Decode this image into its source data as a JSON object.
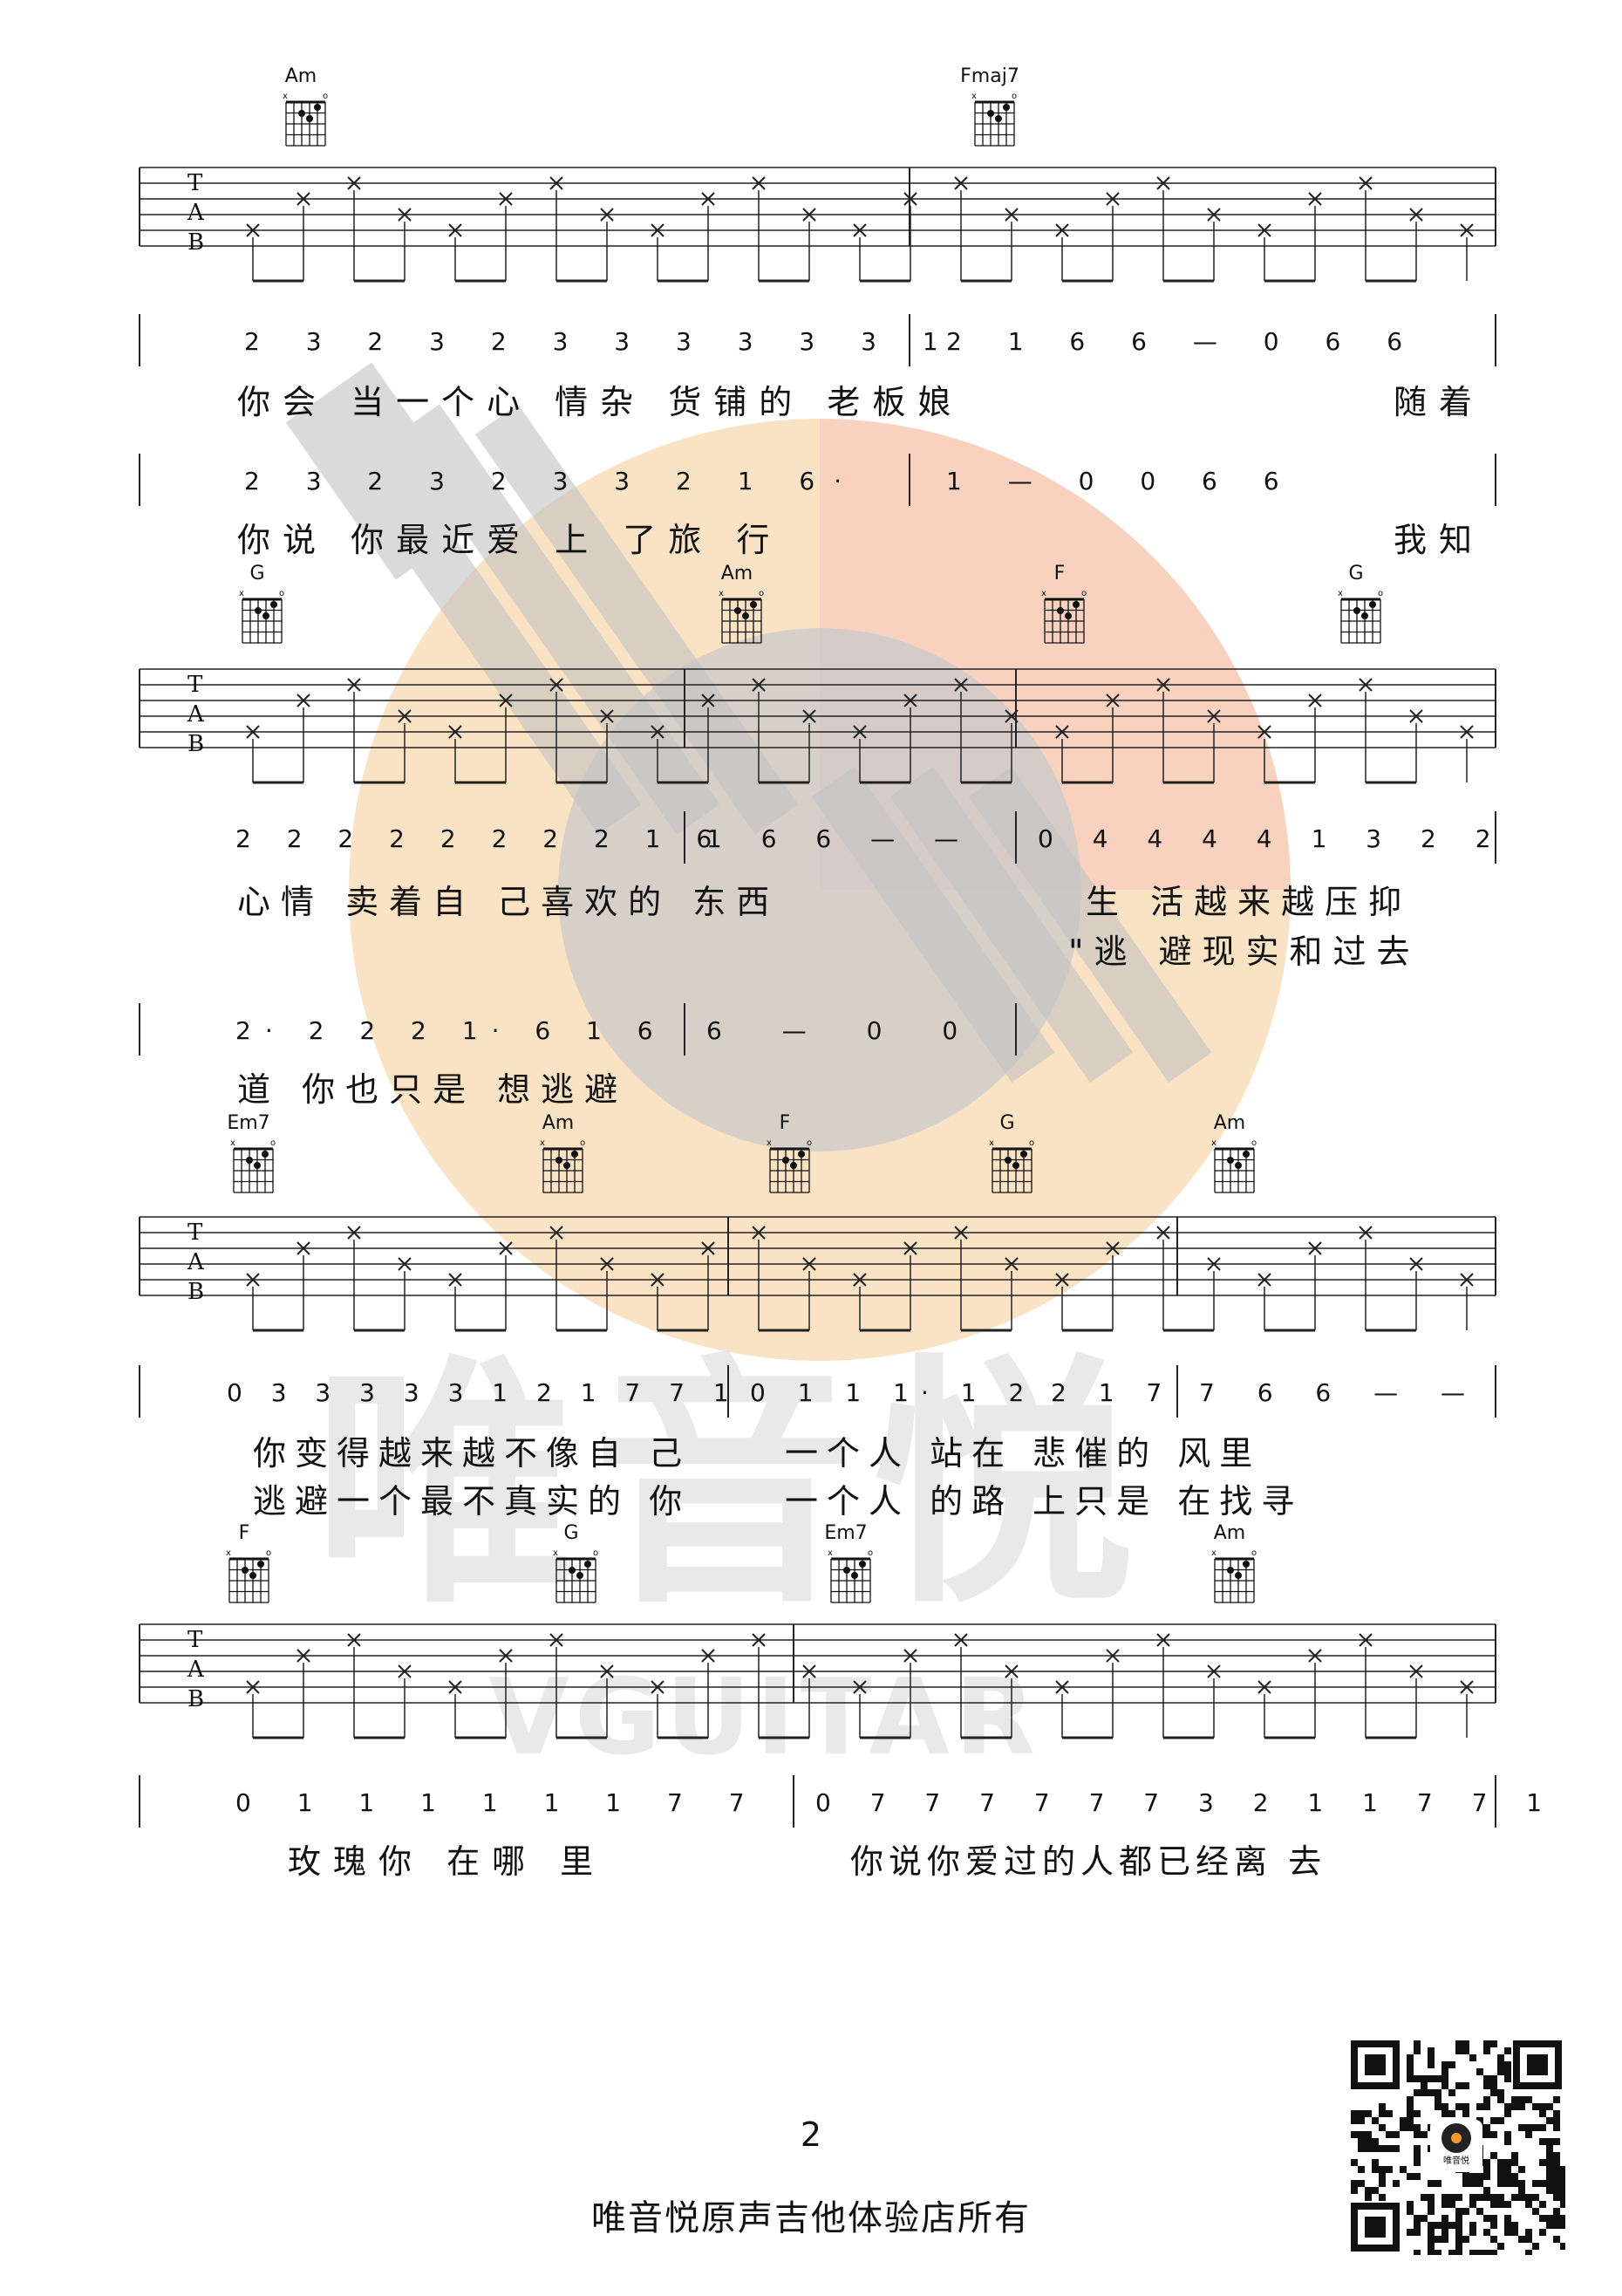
{
  "watermark": {
    "big_text": "唯音悦",
    "sub_text": "VGUITAR",
    "colors": {
      "orange": "#f7d9b0",
      "pink": "#f6c8c0",
      "gray": "#d0d0d0"
    }
  },
  "systems": [
    {
      "chords": [
        "Am",
        "Fmaj7"
      ],
      "lyrics": [
        "你会 当一个心 情杂 货铺的 老板娘",
        "随着"
      ],
      "lyrics2": [
        "你说 你最近爱 上 了旅 行",
        "我知"
      ],
      "numbers": [
        "2 3 2 3 2 3 3 3 3 3 3 1",
        "2 1 6 6 — 0 6 6",
        "2 3 2 3 2 3 3 2 1 6·",
        "1 — 0 0 6 6"
      ]
    },
    {
      "chords": [
        "G",
        "Am",
        "F",
        "G"
      ],
      "lyrics": [
        "心情 卖着自 己喜欢的 东西",
        "生 活越来越压抑"
      ],
      "lyrics2": [
        "道 你也只是 想逃避",
        "\"逃 避现实和过去"
      ],
      "numbers": [
        "2 2 2 2 2 2 2 2 1 6",
        "1 6 6 — —",
        "0 4 4 4 4 1 3 2 2",
        "2· 2 2 2 1· 6 1 6",
        "6 — 0 0"
      ]
    },
    {
      "chords": [
        "Em7",
        "Am",
        "F",
        "G",
        "Am"
      ],
      "lyrics": [
        "你变得越来越不像自 己",
        "一个人 站在 悲催的 风里"
      ],
      "lyrics2": [
        "逃避一个最不真实的 你",
        "一个人 的路 上只是 在找寻"
      ],
      "numbers": [
        "0 3 3 3 3 3 1 2 1 7 7 1",
        "0 1 1 1· 1 2",
        "2 1 7",
        "7 6 6 — —"
      ]
    },
    {
      "chords": [
        "F",
        "G",
        "Em7",
        "Am"
      ],
      "lyrics": [
        "玫瑰你 在哪 里",
        "你说你爱过的人都已经离 去"
      ],
      "numbers": [
        "0 1 1 1 1 1 1 7 7",
        "0 7 7 7 7 7 7 3 2 1 1 7 7 1"
      ]
    }
  ],
  "page_number": "2",
  "footer_text": "唯音悦原声吉他体验店所有",
  "qr_label": "唯音悦"
}
